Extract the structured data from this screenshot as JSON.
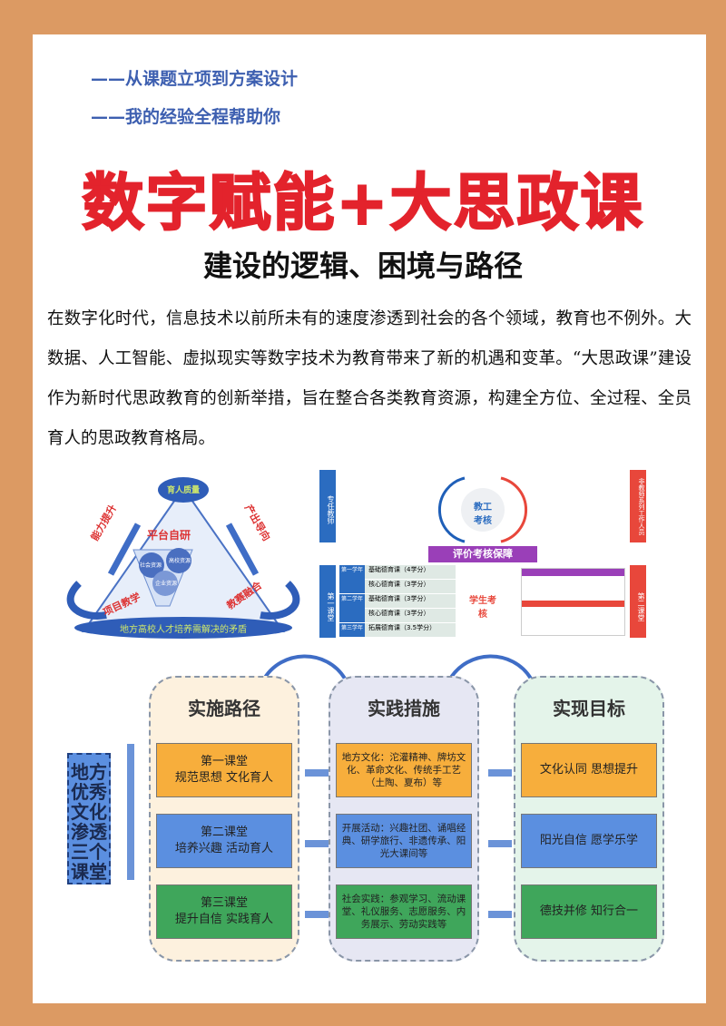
{
  "header": {
    "tagline1": "——从课题立项到方案设计",
    "tagline2": "——我的经验全程帮助你",
    "title": "数字赋能+大思政课",
    "subtitle": "建设的逻辑、困境与路径"
  },
  "intro": "在数字化时代，信息技术以前所未有的速度渗透到社会的各个领域，教育也不例外。大数据、人工智能、虚拟现实等数字技术为教育带来了新的机遇和变革。“大思政课”建设作为新时代思政教育的创新举措，旨在整合各类教育资源，构建全方位、全过程、全员育人的思政教育格局。",
  "figure1": {
    "top": "育人质量",
    "center": "平台自研",
    "left_up": "能力提升",
    "right_up": "产出导向",
    "left_down": "项目教学",
    "right_down": "教赛融合",
    "circles": [
      "社会资源",
      "高校资源",
      "企业资源"
    ],
    "bottom": "地方高校人才培养需解决的矛盾"
  },
  "figure2": {
    "left_label": "专任教师",
    "right_label": "非教师系列工作人员",
    "center_top": "教工考核",
    "banner": "评价考核保障",
    "center_bottom": "学生考核",
    "left_bottom_label": "第一课堂",
    "right_bottom_label": "第二课堂",
    "years": [
      "第一学年",
      "第二学年",
      "第三学年"
    ],
    "courses": [
      "基础德育课（4学分）",
      "核心德育课（3学分）",
      "基础德育课（3学分）",
      "核心德育课（3学分）",
      "拓展德育课（3.5学分）"
    ]
  },
  "figure3": {
    "side": "地方优秀文化渗透三个课堂",
    "columns": [
      {
        "title": "实施路径",
        "items": [
          [
            "第一课堂",
            "规范思想 文化育人"
          ],
          [
            "第二课堂",
            "培养兴趣 活动育人"
          ],
          [
            "第三课堂",
            "提升自信 实践育人"
          ]
        ]
      },
      {
        "title": "实践措施",
        "items": [
          "地方文化：沱灌精神、牌坊文化、革命文化、传统手工艺（土陶、夏布）等",
          "开展活动：兴趣社团、诵唱经典、研学旅行、非遗传承、阳光大课间等",
          "社会实践：参观学习、流动课堂、礼仪服务、志愿服务、内务展示、劳动实践等"
        ]
      },
      {
        "title": "实现目标",
        "items": [
          "文化认同 思想提升",
          "阳光自信 愿学乐学",
          "德技并修 知行合一"
        ]
      }
    ]
  },
  "colors": {
    "accent": "#e3232c",
    "blue": "#3d5fb0",
    "border": "#dc9a63"
  }
}
